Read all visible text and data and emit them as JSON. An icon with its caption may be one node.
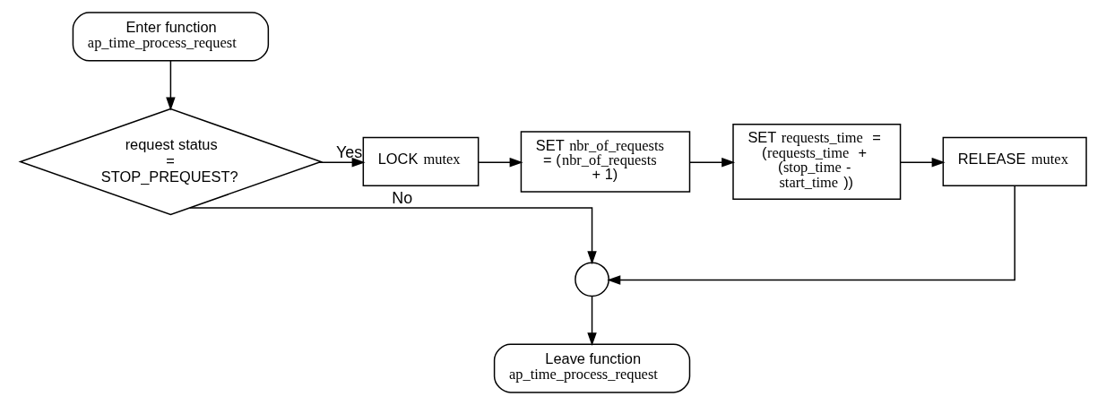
{
  "diagram": {
    "nodes": [
      {
        "text": [
          "Enter function *ap_time_process_request*"
        ]
      },
      {
        "text": [
          "request status = STOP_PREQUEST?"
        ]
      },
      {
        "text": [
          "LOCK *mutex*"
        ]
      },
      {
        "text": [
          "SET *nbr_of_requests* = (*nbr_of_requests* + 1)"
        ]
      },
      {
        "text": [
          "SET *requests_time* = (*requests_time* + (*stop_time* - *start_time*))"
        ]
      },
      {
        "text": [
          "RELEASE *mutex*"
        ]
      },
      {
        "text": [],
        "shape": "circle"
      },
      {
        "text": [
          "Leave function *ap_time_process_request*"
        ]
      }
    ],
    "edges": [
      {
        "from": 0,
        "to": 1,
        "arrow": "to"
      },
      {
        "from": 1,
        "to": 2,
        "arrow": "to",
        "label": "Yes"
      },
      {
        "from": 2,
        "to": 3,
        "arrow": "to"
      },
      {
        "from": 3,
        "to": 4,
        "arrow": "to"
      },
      {
        "from": 4,
        "to": 5,
        "arrow": "to"
      },
      {
        "from": 5,
        "to": 6,
        "arrow": "to"
      },
      {
        "from": 1,
        "to": 6,
        "arrow": "to",
        "label": "No"
      },
      {
        "from": 6,
        "to": 7,
        "arrow": "to"
      }
    ]
  }
}
